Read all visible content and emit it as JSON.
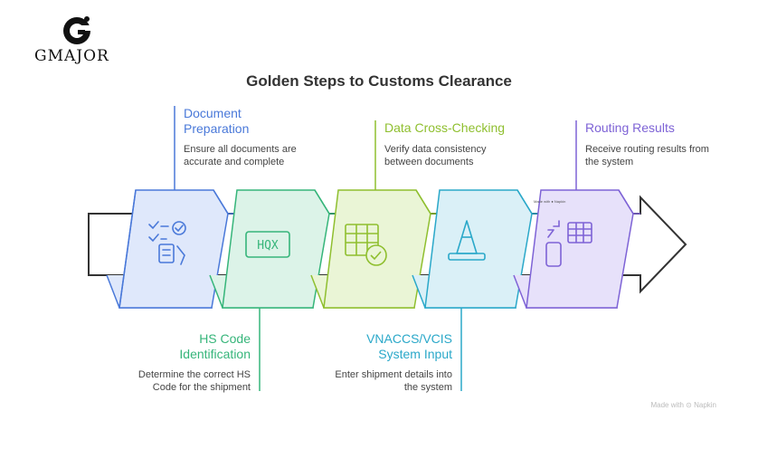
{
  "brand": {
    "name": "GMAJOR"
  },
  "title": "Golden Steps to Customs Clearance",
  "steps": [
    {
      "id": "document-preparation",
      "title_line1": "Document",
      "title_line2": "Preparation",
      "desc_line1": "Ensure all documents are",
      "desc_line2": "accurate and complete",
      "color": "#4a79d9",
      "icon": "checklist-icon"
    },
    {
      "id": "hs-code-identification",
      "title_line1": "HS Code",
      "title_line2": "Identification",
      "desc_line1": "Determine the correct HS",
      "desc_line2": "Code for the shipment",
      "color": "#36b57a",
      "icon": "hqx-code-icon",
      "icon_text": "HQX"
    },
    {
      "id": "data-cross-checking",
      "title_line1": "Data Cross-Checking",
      "desc_line1": "Verify data consistency",
      "desc_line2": "between documents",
      "color": "#8fbf2f",
      "icon": "table-check-icon"
    },
    {
      "id": "vnaccs-vcis-system-input",
      "title_line1": "VNACCS/VCIS",
      "title_line2": "System Input",
      "desc_line1": "Enter shipment details into",
      "desc_line2": "the system",
      "color": "#2aa8c9",
      "icon": "cone-icon"
    },
    {
      "id": "routing-results",
      "title_line1": "Routing Results",
      "desc_line1": "Receive routing results from",
      "desc_line2": "the system",
      "color": "#7e63d6",
      "icon": "phone-table-icon",
      "stamp": "Made with ● Napkin"
    }
  ],
  "footer": "Made with ⊙ Napkin"
}
